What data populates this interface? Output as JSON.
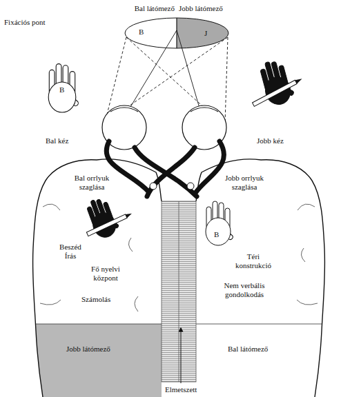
{
  "diagram": {
    "nodes": [
      {
        "text": [
          "Bal látómező",
          "B"
        ]
      },
      {
        "text": [
          "Jobb látómező",
          "J"
        ]
      },
      {
        "text": [
          "Bal orrlyuk szaglása",
          "Beszéd Írás",
          "Fő nyelvi központ",
          "Számolás",
          "Jobb látómező"
        ]
      },
      {
        "text": [
          "Jobb orrlyuk szaglása",
          "B",
          "Téri konstrukció",
          "Nem verbális gondolkodás",
          "Bal látómező"
        ]
      }
    ],
    "labels": [
      "Fixációs pont",
      "B",
      "Bal kéz",
      "Jobb kéz",
      "Elmetszett"
    ]
  }
}
